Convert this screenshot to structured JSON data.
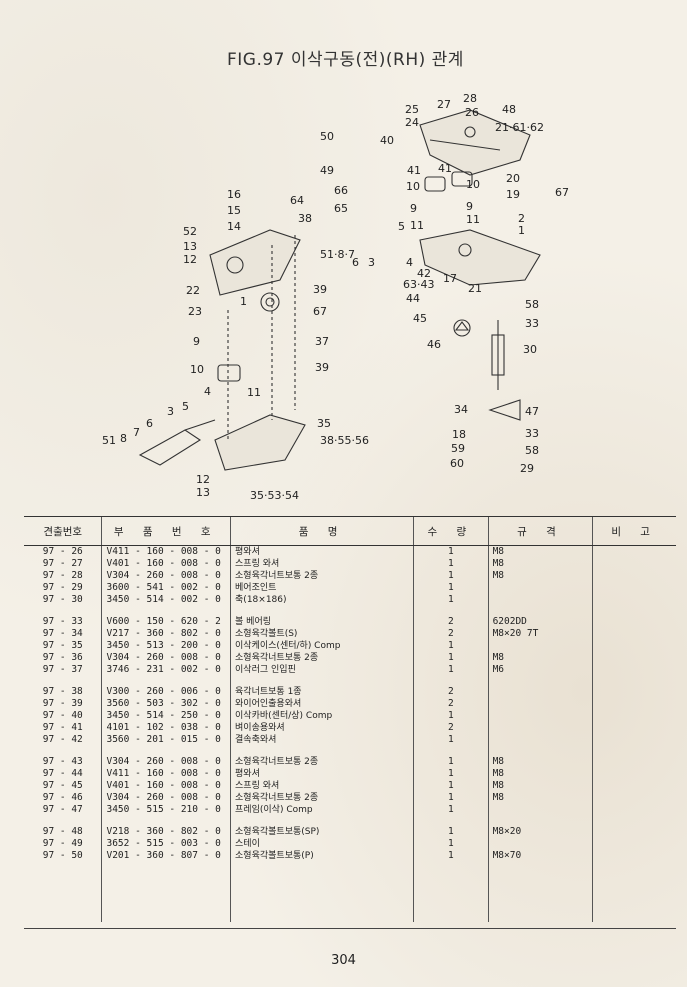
{
  "figure": {
    "title": "FIG.97 이삭구동(전)(RH) 관계"
  },
  "diagram": {
    "callouts": [
      "25",
      "27",
      "28",
      "26",
      "48",
      "24",
      "21·61·62",
      "50",
      "40",
      "49",
      "41",
      "41",
      "10",
      "10",
      "20",
      "67",
      "19",
      "16",
      "66",
      "64",
      "65",
      "9",
      "9",
      "15",
      "38",
      "11",
      "11",
      "14",
      "2",
      "1",
      "52",
      "13",
      "12",
      "5",
      "51·8·7",
      "6",
      "3",
      "4",
      "42",
      "17",
      "63·43",
      "21",
      "22",
      "39",
      "1",
      "44",
      "58",
      "23",
      "67",
      "45",
      "33",
      "46",
      "9",
      "37",
      "30",
      "10",
      "39",
      "11",
      "34",
      "4",
      "47",
      "5",
      "3",
      "6",
      "7",
      "8",
      "51",
      "35",
      "18",
      "33",
      "38·55·56",
      "59",
      "58",
      "60",
      "29",
      "12",
      "13",
      "35·53·54"
    ]
  },
  "table": {
    "headers": [
      "견출번호",
      "부 품 번 호",
      "품 명",
      "수 량",
      "규 격",
      "비 고"
    ],
    "groups": [
      [
        [
          "97 - 26",
          "V411 - 160 - 008 - 0",
          "평와셔",
          "1",
          "M8",
          ""
        ],
        [
          "97 - 27",
          "V401 - 160 - 008 - 0",
          "스프링 와셔",
          "1",
          "M8",
          ""
        ],
        [
          "97 - 28",
          "V304 - 260 - 008 - 0",
          "소형육각너트보통 2종",
          "1",
          "M8",
          ""
        ],
        [
          "97 - 29",
          "3600 - 541 - 002 - 0",
          "베어조인트",
          "1",
          "",
          ""
        ],
        [
          "97 - 30",
          "3450 - 514 - 002 - 0",
          "축(18×186)",
          "1",
          "",
          ""
        ]
      ],
      [
        [
          "97 - 33",
          "V600 - 150 - 620 - 2",
          "볼 베어링",
          "2",
          "6202DD",
          ""
        ],
        [
          "97 - 34",
          "V217 - 360 - 802 - 0",
          "소형육각볼트(S)",
          "2",
          "M8×20 7T",
          ""
        ],
        [
          "97 - 35",
          "3450 - 513 - 200 - 0",
          "이삭케이스(센터/하) Comp",
          "1",
          "",
          ""
        ],
        [
          "97 - 36",
          "V304 - 260 - 008 - 0",
          "소형육각너트보통 2종",
          "1",
          "M8",
          ""
        ],
        [
          "97 - 37",
          "3746 - 231 - 002 - 0",
          "이삭러그 인입핀",
          "1",
          "M6",
          ""
        ]
      ],
      [
        [
          "97 - 38",
          "V300 - 260 - 006 - 0",
          "육각너트보통 1종",
          "2",
          "",
          ""
        ],
        [
          "97 - 39",
          "3560 - 503 - 302 - 0",
          "와이어인출용와셔",
          "2",
          "",
          ""
        ],
        [
          "97 - 40",
          "3450 - 514 - 250 - 0",
          "이삭카바(센터/상) Comp",
          "1",
          "",
          ""
        ],
        [
          "97 - 41",
          "4101 - 102 - 038 - 0",
          "벼이송용와셔",
          "2",
          "",
          ""
        ],
        [
          "97 - 42",
          "3560 - 201 - 015 - 0",
          "결속축와셔",
          "1",
          "",
          ""
        ]
      ],
      [
        [
          "97 - 43",
          "V304 - 260 - 008 - 0",
          "소형육각너트보통 2종",
          "1",
          "M8",
          ""
        ],
        [
          "97 - 44",
          "V411 - 160 - 008 - 0",
          "평와셔",
          "1",
          "M8",
          ""
        ],
        [
          "97 - 45",
          "V401 - 160 - 008 - 0",
          "스프링 와셔",
          "1",
          "M8",
          ""
        ],
        [
          "97 - 46",
          "V304 - 260 - 008 - 0",
          "소형육각너트보통 2종",
          "1",
          "M8",
          ""
        ],
        [
          "97 - 47",
          "3450 - 515 - 210 - 0",
          "프레임(이삭) Comp",
          "1",
          "",
          ""
        ]
      ],
      [
        [
          "97 - 48",
          "V218 - 360 - 802 - 0",
          "소형육각볼트보통(SP)",
          "1",
          "M8×20",
          ""
        ],
        [
          "97 - 49",
          "3652 - 515 - 003 - 0",
          "스테이",
          "1",
          "",
          ""
        ],
        [
          "97 - 50",
          "V201 - 360 - 807 - 0",
          "소형육각볼트보통(P)",
          "1",
          "M8×70",
          ""
        ]
      ]
    ]
  },
  "page": {
    "number": "304"
  }
}
